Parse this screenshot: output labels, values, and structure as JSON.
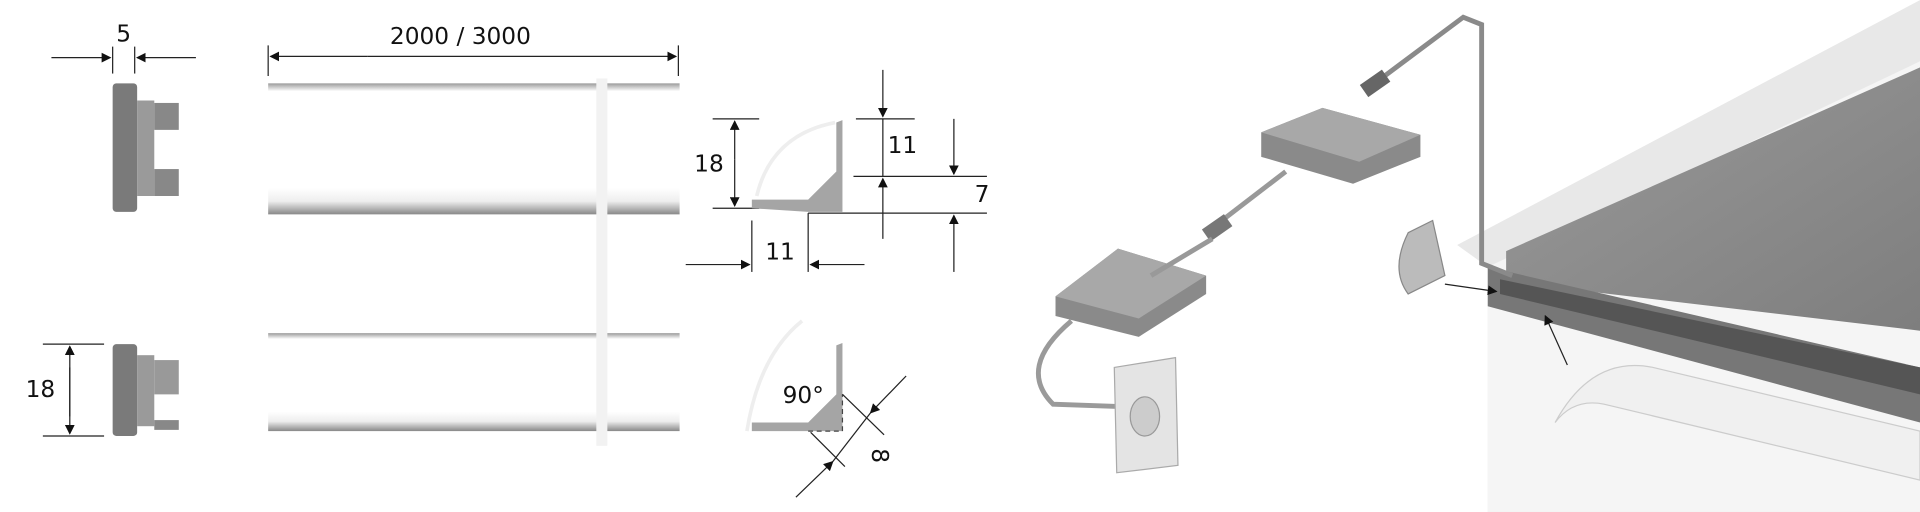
{
  "dimensions": {
    "end_cap_width": "5",
    "profile_length": "2000 / 3000",
    "profile_height": "18",
    "section_height": "18",
    "section_upper": "11",
    "section_offset": "7",
    "section_width": "11",
    "corner_angle": "90°",
    "corner_depth": "8"
  },
  "colors": {
    "line": "#111111",
    "profile": "#a0a0a0",
    "wall": "#8c8c8c",
    "cabinet": "#e6e6e6"
  }
}
